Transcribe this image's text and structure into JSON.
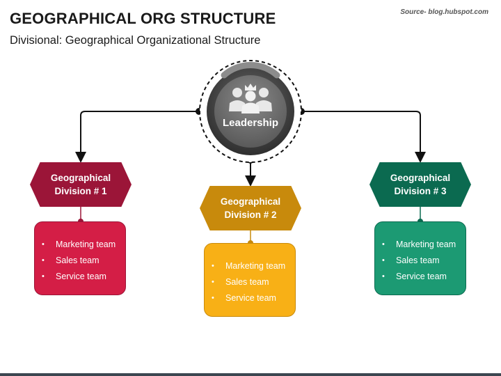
{
  "header": {
    "title": "GEOGRAPHICAL ORG STRUCTURE",
    "subtitle": "Divisional: Geographical Organizational Structure",
    "source": "Source- blog.hubspot.com"
  },
  "leadership": {
    "label": "Leadership",
    "icon": "people-crown-icon",
    "color": "#707070"
  },
  "divisions": [
    {
      "title_line1": "Geographical",
      "title_line2": "Division # 1",
      "header_color": "#9b1538",
      "card_color": "#d41e46",
      "teams": [
        "Marketing team",
        "Sales team",
        "Service team"
      ]
    },
    {
      "title_line1": "Geographical",
      "title_line2": "Division # 2",
      "header_color": "#c88a0c",
      "card_color": "#f8b016",
      "teams": [
        "Marketing team",
        "Sales team",
        "Service team"
      ]
    },
    {
      "title_line1": "Geographical",
      "title_line2": "Division # 3",
      "header_color": "#0b6a50",
      "card_color": "#1c9a73",
      "teams": [
        "Marketing team",
        "Sales team",
        "Service team"
      ]
    }
  ],
  "bullet": "•"
}
